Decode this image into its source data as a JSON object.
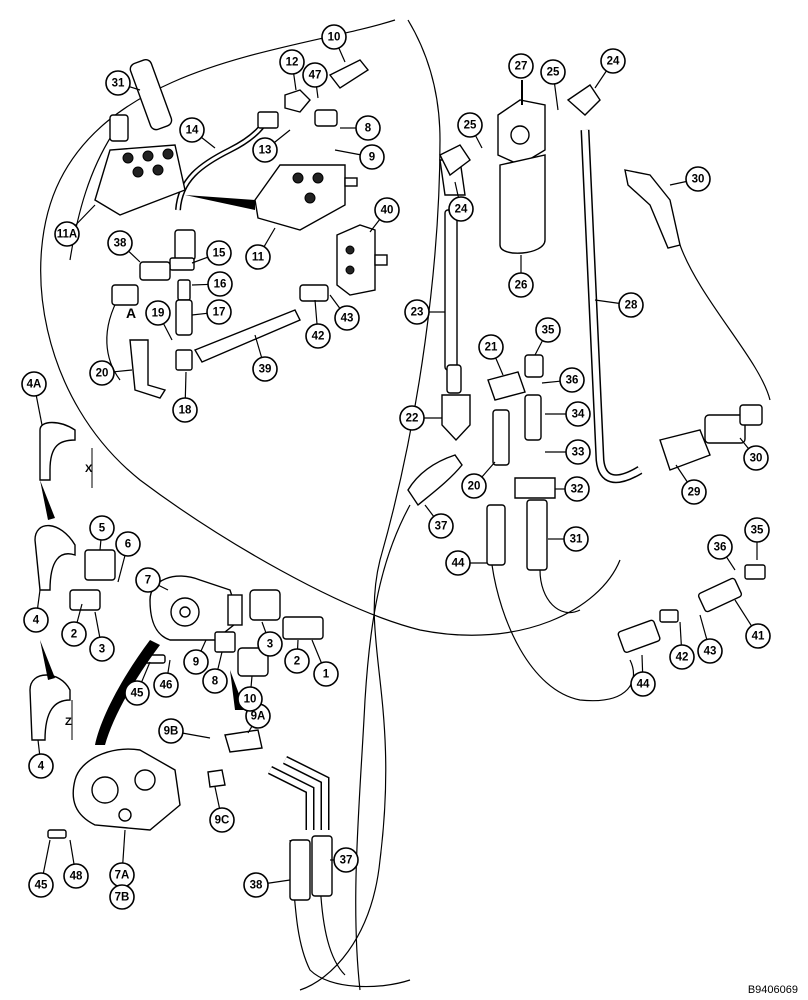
{
  "document_number": "B9406069",
  "section_marks": [
    "A",
    "A"
  ],
  "dimension_marks": [
    "X",
    "Z"
  ],
  "callouts": [
    {
      "id": "c1",
      "label": "1"
    },
    {
      "id": "c2a",
      "label": "2"
    },
    {
      "id": "c2b",
      "label": "2"
    },
    {
      "id": "c3a",
      "label": "3"
    },
    {
      "id": "c3b",
      "label": "3"
    },
    {
      "id": "c4a",
      "label": "4"
    },
    {
      "id": "c4b",
      "label": "4"
    },
    {
      "id": "c4A",
      "label": "4A"
    },
    {
      "id": "c5",
      "label": "5"
    },
    {
      "id": "c6",
      "label": "6"
    },
    {
      "id": "c7",
      "label": "7"
    },
    {
      "id": "c7A",
      "label": "7A"
    },
    {
      "id": "c7B",
      "label": "7B"
    },
    {
      "id": "c8a",
      "label": "8"
    },
    {
      "id": "c8b",
      "label": "8"
    },
    {
      "id": "c9a",
      "label": "9"
    },
    {
      "id": "c9b",
      "label": "9"
    },
    {
      "id": "c9A",
      "label": "9A"
    },
    {
      "id": "c9B",
      "label": "9B"
    },
    {
      "id": "c9C",
      "label": "9C"
    },
    {
      "id": "c10a",
      "label": "10"
    },
    {
      "id": "c10b",
      "label": "10"
    },
    {
      "id": "c11",
      "label": "11"
    },
    {
      "id": "c11A",
      "label": "11A"
    },
    {
      "id": "c12",
      "label": "12"
    },
    {
      "id": "c13",
      "label": "13"
    },
    {
      "id": "c14",
      "label": "14"
    },
    {
      "id": "c15",
      "label": "15"
    },
    {
      "id": "c16",
      "label": "16"
    },
    {
      "id": "c17",
      "label": "17"
    },
    {
      "id": "c18",
      "label": "18"
    },
    {
      "id": "c19",
      "label": "19"
    },
    {
      "id": "c20a",
      "label": "20"
    },
    {
      "id": "c20b",
      "label": "20"
    },
    {
      "id": "c21",
      "label": "21"
    },
    {
      "id": "c22",
      "label": "22"
    },
    {
      "id": "c23",
      "label": "23"
    },
    {
      "id": "c24a",
      "label": "24"
    },
    {
      "id": "c24b",
      "label": "24"
    },
    {
      "id": "c25a",
      "label": "25"
    },
    {
      "id": "c25b",
      "label": "25"
    },
    {
      "id": "c26",
      "label": "26"
    },
    {
      "id": "c27",
      "label": "27"
    },
    {
      "id": "c28",
      "label": "28"
    },
    {
      "id": "c29",
      "label": "29"
    },
    {
      "id": "c30a",
      "label": "30"
    },
    {
      "id": "c30b",
      "label": "30"
    },
    {
      "id": "c31a",
      "label": "31"
    },
    {
      "id": "c31b",
      "label": "31"
    },
    {
      "id": "c32",
      "label": "32"
    },
    {
      "id": "c33",
      "label": "33"
    },
    {
      "id": "c34",
      "label": "34"
    },
    {
      "id": "c35a",
      "label": "35"
    },
    {
      "id": "c35b",
      "label": "35"
    },
    {
      "id": "c36a",
      "label": "36"
    },
    {
      "id": "c36b",
      "label": "36"
    },
    {
      "id": "c37a",
      "label": "37"
    },
    {
      "id": "c37b",
      "label": "37"
    },
    {
      "id": "c38a",
      "label": "38"
    },
    {
      "id": "c38b",
      "label": "38"
    },
    {
      "id": "c39",
      "label": "39"
    },
    {
      "id": "c40",
      "label": "40"
    },
    {
      "id": "c41",
      "label": "41"
    },
    {
      "id": "c42a",
      "label": "42"
    },
    {
      "id": "c42b",
      "label": "42"
    },
    {
      "id": "c43a",
      "label": "43"
    },
    {
      "id": "c43b",
      "label": "43"
    },
    {
      "id": "c44a",
      "label": "44"
    },
    {
      "id": "c44b",
      "label": "44"
    },
    {
      "id": "c45a",
      "label": "45"
    },
    {
      "id": "c45b",
      "label": "45"
    },
    {
      "id": "c46",
      "label": "46"
    },
    {
      "id": "c47",
      "label": "47"
    },
    {
      "id": "c48",
      "label": "48"
    }
  ]
}
